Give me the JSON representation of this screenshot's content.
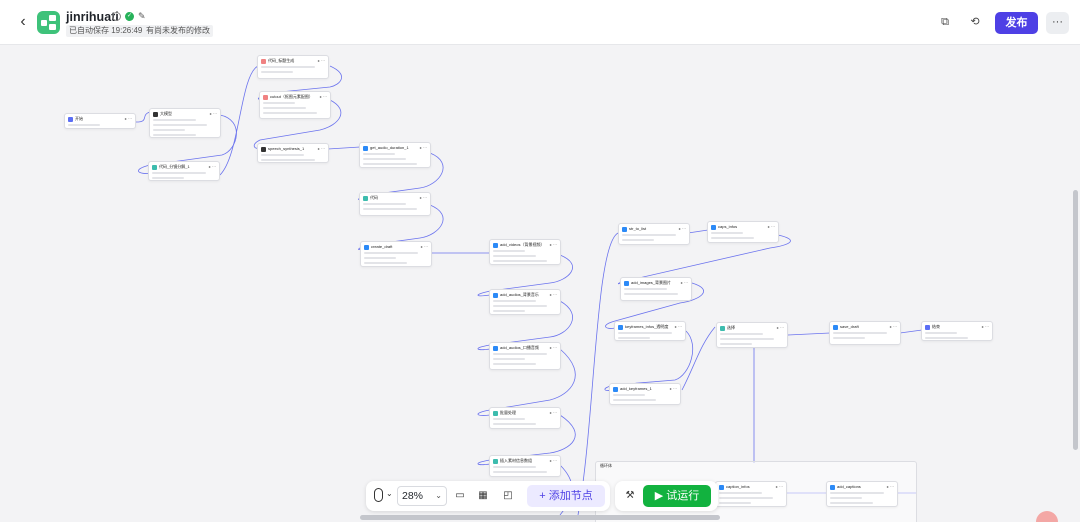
{
  "header": {
    "title": "jinrihuati",
    "saved_status": "已自动保存 19:26:49",
    "unpublished": "有尚未发布的修改",
    "publish_label": "发布",
    "more_label": "···",
    "back_glyph": "‹",
    "copy_glyph": "⧉",
    "history_glyph": "⟲"
  },
  "toolbar": {
    "zoom": "28%",
    "add_node_label": "+ 添加节点",
    "run_label": "▶ 试运行"
  },
  "canvas": {
    "group_label": "循环体",
    "nodes": [
      {
        "id": "n0",
        "title": "开始",
        "color": "#5b6ef5"
      },
      {
        "id": "n1",
        "title": "大模型",
        "color": "#333333"
      },
      {
        "id": "n2",
        "title": "代码_标题生成",
        "color": "#f08282"
      },
      {
        "id": "n3",
        "title": "cutout（抠图元素配图）",
        "color": "#f08282"
      },
      {
        "id": "n4",
        "title": "speech_synthesis_1",
        "color": "#333333"
      },
      {
        "id": "n5",
        "title": "代码_分镜分解_1",
        "color": "#3dbcae"
      },
      {
        "id": "n6",
        "title": "get_audio_duration_1",
        "color": "#2c8af7"
      },
      {
        "id": "n7",
        "title": "代码",
        "color": "#3dbcae"
      },
      {
        "id": "n8",
        "title": "create_draft",
        "color": "#2c8af7"
      },
      {
        "id": "n9",
        "title": "add_videos（背景视频）",
        "color": "#2c8af7"
      },
      {
        "id": "n10",
        "title": "add_audios_背景音乐",
        "color": "#2c8af7"
      },
      {
        "id": "n11",
        "title": "add_audios_口播音频",
        "color": "#2c8af7"
      },
      {
        "id": "n12",
        "title": "批量处理",
        "color": "#3dbcae"
      },
      {
        "id": "n13",
        "title": "插入素材信息数组",
        "color": "#3dbcae"
      },
      {
        "id": "n14",
        "title": "str_to_list",
        "color": "#2c8af7"
      },
      {
        "id": "n15",
        "title": "caps_infos",
        "color": "#2c8af7"
      },
      {
        "id": "n16",
        "title": "add_images_背景图片",
        "color": "#2c8af7"
      },
      {
        "id": "n17",
        "title": "keyframes_infos_透明度",
        "color": "#2c8af7"
      },
      {
        "id": "n18",
        "title": "add_keyframes_1",
        "color": "#2c8af7"
      },
      {
        "id": "n19",
        "title": "选择",
        "color": "#3dbcae"
      },
      {
        "id": "n20",
        "title": "save_draft",
        "color": "#2c8af7"
      },
      {
        "id": "n21",
        "title": "结束",
        "color": "#5b6ef5"
      },
      {
        "id": "n22",
        "title": "caption_infos",
        "color": "#2c8af7"
      },
      {
        "id": "n23",
        "title": "add_captions",
        "color": "#2c8af7"
      }
    ]
  },
  "colors": {
    "accent": "#4e40e5",
    "run": "#12b23f",
    "edge": "#6b73ee"
  }
}
